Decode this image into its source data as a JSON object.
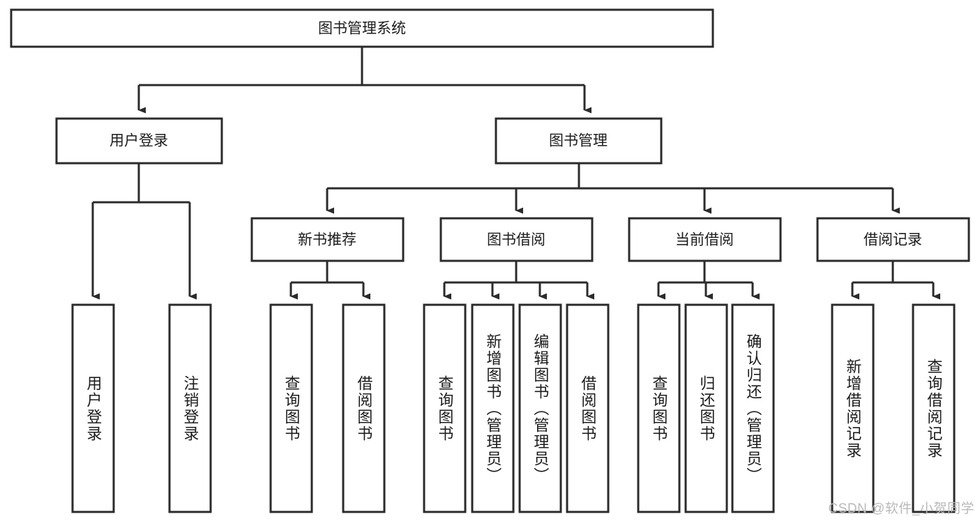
{
  "diagram": {
    "type": "tree",
    "title": "图书管理系统",
    "watermark": "CSDN @软件_小贺同学",
    "colors": {
      "stroke": "#2b2b2b",
      "fill": "#ffffff",
      "text": "#1c1c1c",
      "watermark": "#b9b9b9"
    },
    "levels": {
      "root": {
        "label": "图书管理系统"
      },
      "level2": [
        {
          "label": "用户登录"
        },
        {
          "label": "图书管理"
        }
      ],
      "level3": [
        {
          "label": "新书推荐"
        },
        {
          "label": "图书借阅"
        },
        {
          "label": "当前借阅"
        },
        {
          "label": "借阅记录"
        }
      ],
      "leaves_user_login": [
        {
          "label": "用户登录"
        },
        {
          "label": "注销登录"
        }
      ],
      "leaves_new_book": [
        {
          "label": "查询图书"
        },
        {
          "label": "借阅图书"
        }
      ],
      "leaves_borrow": [
        {
          "label": "查询图书"
        },
        {
          "label": "新增图书（管理员）"
        },
        {
          "label": "编辑图书（管理员）"
        },
        {
          "label": "借阅图书"
        }
      ],
      "leaves_current": [
        {
          "label": "查询图书"
        },
        {
          "label": "归还图书"
        },
        {
          "label": "确认归还（管理员）"
        }
      ],
      "leaves_records": [
        {
          "label": "新增借阅记录"
        },
        {
          "label": "查询借阅记录"
        }
      ]
    }
  }
}
